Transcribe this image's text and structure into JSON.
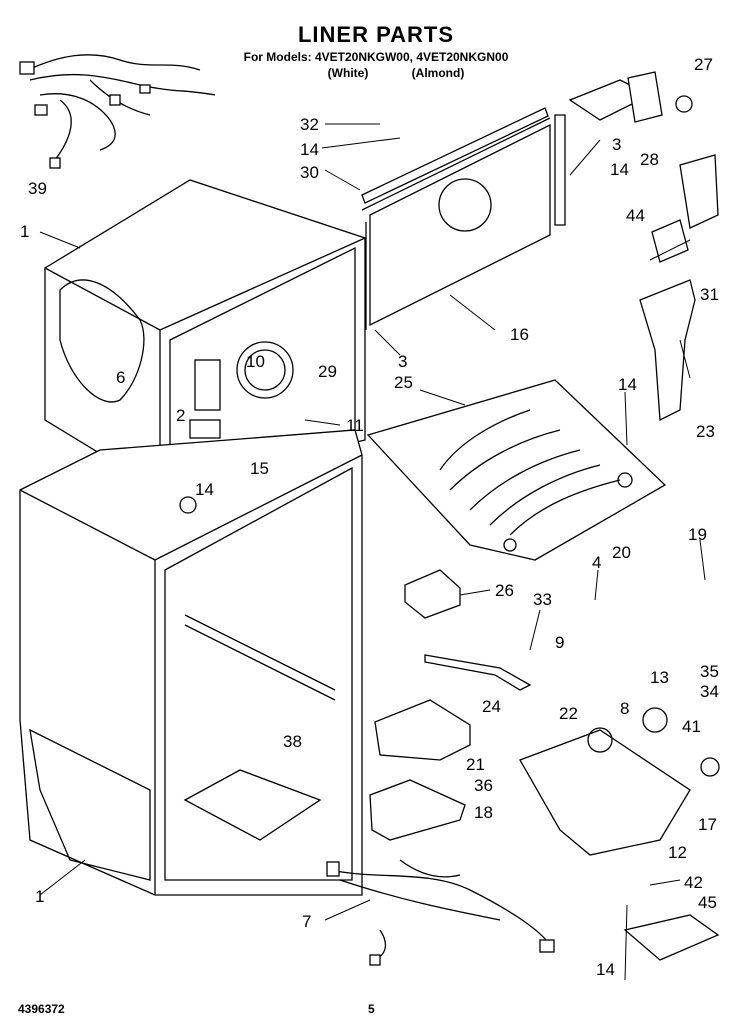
{
  "header": {
    "title": "LINER PARTS",
    "models": "For Models: 4VET20NKGW00, 4VET20NKGN00",
    "variant_white": "(White)",
    "variant_almond": "(Almond)"
  },
  "footer": {
    "doc_number": "4396372",
    "page_number": "5"
  },
  "callouts": [
    "27",
    "32",
    "14",
    "3",
    "30",
    "14",
    "28",
    "44",
    "1",
    "16",
    "31",
    "10",
    "29",
    "6",
    "3",
    "25",
    "23",
    "14",
    "2",
    "11",
    "14",
    "15",
    "19",
    "20",
    "26",
    "4",
    "33",
    "9",
    "35",
    "13",
    "34",
    "24",
    "22",
    "8",
    "41",
    "38",
    "21",
    "36",
    "18",
    "17",
    "12",
    "1",
    "42",
    "7",
    "45",
    "14",
    "39"
  ]
}
